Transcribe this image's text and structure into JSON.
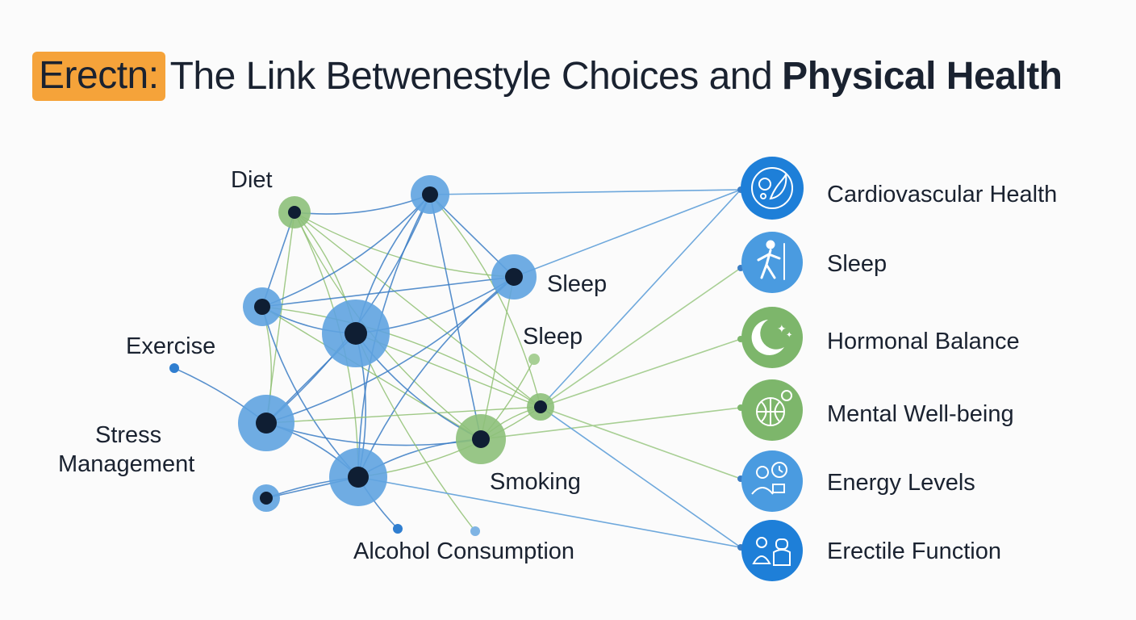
{
  "title": {
    "badge": "Erectn:",
    "middle": "The Link Betwenestyle Choices and",
    "bold": "Physical Health"
  },
  "factor_labels": [
    {
      "text": "Diet"
    },
    {
      "text": "Sleep"
    },
    {
      "text": "Sleep"
    },
    {
      "text": "Exercise"
    },
    {
      "text": "Stress"
    },
    {
      "text": "Management"
    },
    {
      "text": "Smoking"
    },
    {
      "text": "Alcohol Consumption"
    }
  ],
  "outcomes": [
    {
      "label": "Cardiovascular Health",
      "icon": "pill-leaf-icon",
      "color": "#1e7fd8"
    },
    {
      "label": "Sleep",
      "icon": "walking-person-icon",
      "color": "#4a9be0"
    },
    {
      "label": "Hormonal Balance",
      "icon": "moon-stars-icon",
      "color": "#7db66b"
    },
    {
      "label": "Mental Well-being",
      "icon": "brain-gear-icon",
      "color": "#7db66b"
    },
    {
      "label": "Energy Levels",
      "icon": "person-clock-icon",
      "color": "#4a9be0"
    },
    {
      "label": "Erectile Function",
      "icon": "couple-icon",
      "color": "#1e7fd8"
    }
  ],
  "colors": {
    "blue_node": "#5fa3e0",
    "green_node": "#8dc07a",
    "node_core": "#0f1e33",
    "blue_line": "#3b7dc4",
    "green_line": "#8fbf72",
    "title_badge": "#f5a33a"
  }
}
